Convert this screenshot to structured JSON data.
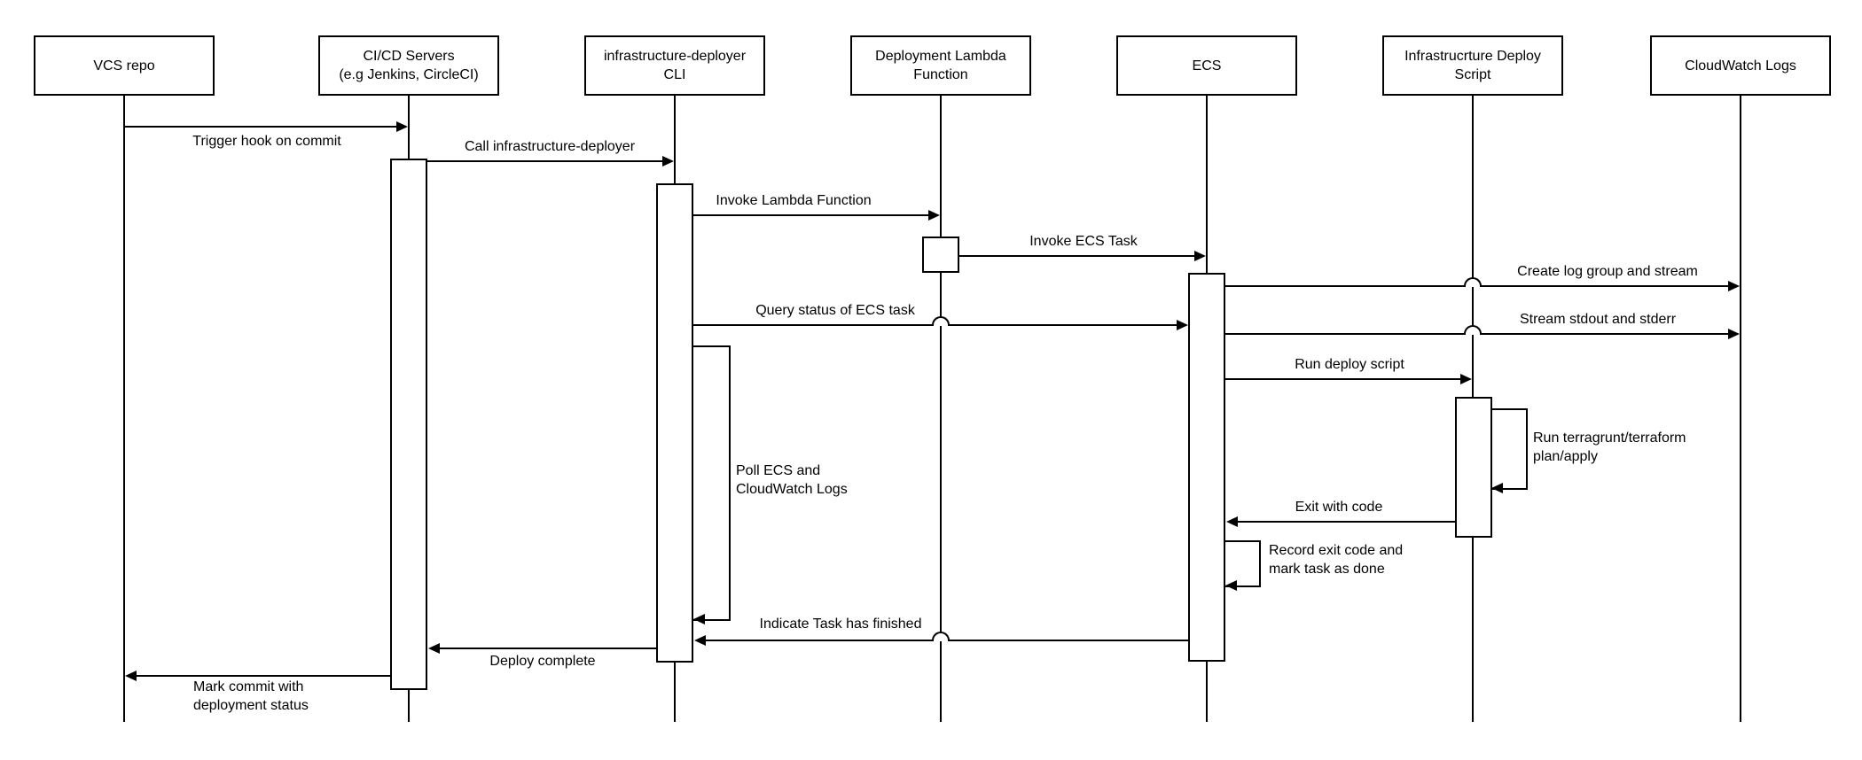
{
  "diagram": {
    "type": "sequence-diagram",
    "background_color": "#ffffff",
    "line_color": "#000000",
    "text_color": "#000000"
  },
  "participants": [
    {
      "id": "vcs",
      "label": "VCS repo"
    },
    {
      "id": "cicd",
      "label": "CI/CD Servers\n(e.g Jenkins, CircleCI)"
    },
    {
      "id": "cli",
      "label": "infrastructure-deployer\nCLI"
    },
    {
      "id": "lambda",
      "label": "Deployment Lambda\nFunction"
    },
    {
      "id": "ecs",
      "label": "ECS"
    },
    {
      "id": "script",
      "label": "Infrastrucrture Deploy\nScript"
    },
    {
      "id": "cw",
      "label": "CloudWatch Logs"
    }
  ],
  "messages": [
    {
      "label": "Trigger hook on commit",
      "from": "vcs",
      "to": "cicd",
      "kind": "arrow"
    },
    {
      "label": "Call infrastructure-deployer",
      "from": "cicd",
      "to": "cli",
      "kind": "arrow"
    },
    {
      "label": "Invoke Lambda Function",
      "from": "cli",
      "to": "lambda",
      "kind": "arrow"
    },
    {
      "label": "Invoke ECS Task",
      "from": "lambda",
      "to": "ecs",
      "kind": "arrow"
    },
    {
      "label": "Create log group and stream",
      "from": "ecs",
      "to": "cw",
      "kind": "arrow"
    },
    {
      "label": "Query status of ECS task",
      "from": "cli",
      "to": "ecs",
      "kind": "arrow"
    },
    {
      "label": "Stream stdout and stderr",
      "from": "ecs",
      "to": "cw",
      "kind": "arrow"
    },
    {
      "label": "Run deploy script",
      "from": "ecs",
      "to": "script",
      "kind": "arrow"
    },
    {
      "label": "Run terragrunt/terraform\nplan/apply",
      "from": "script",
      "to": "script",
      "kind": "self"
    },
    {
      "label": "Exit with code",
      "from": "script",
      "to": "ecs",
      "kind": "arrow"
    },
    {
      "label": "Record exit code and\nmark task as done",
      "from": "ecs",
      "to": "ecs",
      "kind": "self"
    },
    {
      "label": "Poll ECS and\nCloudWatch Logs",
      "from": "cli",
      "to": "cli",
      "kind": "self"
    },
    {
      "label": "Indicate Task has finished",
      "from": "ecs",
      "to": "cli",
      "kind": "arrow"
    },
    {
      "label": "Deploy complete",
      "from": "cli",
      "to": "cicd",
      "kind": "arrow"
    },
    {
      "label": "Mark commit with\ndeployment status",
      "from": "cicd",
      "to": "vcs",
      "kind": "arrow"
    }
  ]
}
